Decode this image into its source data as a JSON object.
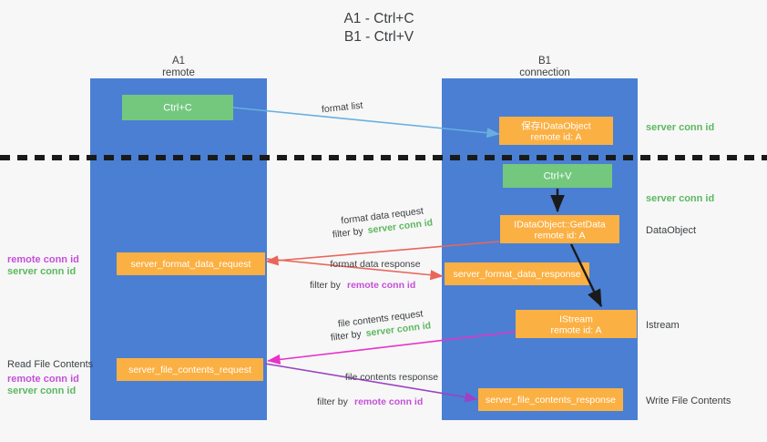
{
  "title": {
    "line1": "A1 - Ctrl+C",
    "line2": "B1 - Ctrl+V"
  },
  "columns": [
    {
      "name": "A1",
      "sub": "remote"
    },
    {
      "name": "B1",
      "sub": "connection"
    }
  ],
  "boxes": {
    "ctrl_c": "Ctrl+C",
    "ctrl_v": "Ctrl+V",
    "save_dataobject_l1": "保存IDataObject",
    "save_dataobject_l2": "remote id: A",
    "getdata_l1": "IDataObject::GetData",
    "getdata_l2": "remote id: A",
    "istream_l1": "IStream",
    "istream_l2": "remote id: A",
    "server_format_data_request": "server_format_data_request",
    "server_format_data_response": "server_format_data_response",
    "server_file_contents_request": "server_file_contents_request",
    "server_file_contents_response": "server_file_contents_response"
  },
  "annotations": {
    "format_list": "format list",
    "format_data_request": "format data request",
    "format_data_response": "format data response",
    "file_contents_request": "file contents request",
    "file_contents_response": "file contents response",
    "filter_by": "filter by",
    "server_conn_id": "server conn id",
    "remote_conn_id": "remote conn id"
  },
  "right_labels": [
    "server conn id",
    "server conn id",
    "DataObject",
    "Istream",
    "Write File Contents"
  ],
  "left_labels": {
    "remote_conn_id": "remote conn id",
    "server_conn_id": "server conn id",
    "read_file_contents": "Read File Contents"
  },
  "colors": {
    "lane": "#4a7fd4",
    "orange": "#fbb043",
    "green": "#73c87e",
    "green_text": "#5cb860",
    "purple_text": "#c450d8",
    "arrow_blue": "#6aaee0",
    "arrow_red": "#e8665a",
    "arrow_magenta": "#e832c8",
    "arrow_purple": "#9c42c4",
    "arrow_dark": "#1a1a1a"
  }
}
